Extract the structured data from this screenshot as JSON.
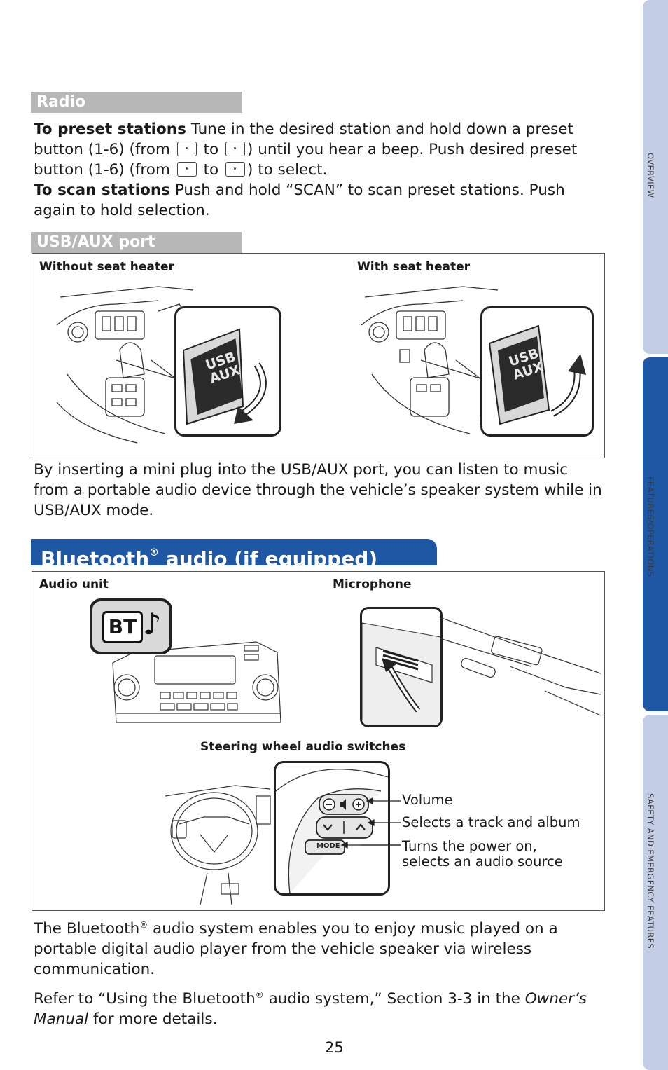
{
  "side_tabs": {
    "overview": "OVERVIEW",
    "features": "FEATURES/OPERATIONS",
    "safety": "SAFETY AND EMERGENCY FEATURES"
  },
  "colors": {
    "tab_light": "#c4cde6",
    "tab_active": "#1e57a3",
    "header_gray": "#b7b7b7",
    "header_blue": "#1e57a3"
  },
  "radio": {
    "header": "Radio",
    "preset_label": "To preset stations",
    "preset_text_1": " Tune in the desired station and hold down a preset button (1-6) (from ",
    "to_1": " to ",
    "preset_text_2": ") until you hear a beep. Push desired preset button (1-6) (from ",
    "to_2": " to ",
    "preset_text_3": ") to select.",
    "scan_label": "To scan stations",
    "scan_text": " Push and hold “SCAN” to scan preset stations. Push again to hold selection."
  },
  "usb": {
    "header": "USB/AUX port",
    "caption_left": "Without seat heater",
    "caption_right": "With seat heater",
    "port_label_1": "USB",
    "port_label_2": "AUX",
    "description": "By inserting a mini plug into the USB/AUX port, you can listen to music from a portable audio device through the vehicle’s speaker system while in USB/AUX mode."
  },
  "bluetooth": {
    "header_pre": "Bluetooth",
    "header_reg": "®",
    "header_post": " audio (if equipped)",
    "caption_audio": "Audio unit",
    "caption_mic": "Microphone",
    "caption_steering": "Steering wheel audio switches",
    "bt_badge": "BT",
    "mode_label": "MODE",
    "callout_volume": "Volume",
    "callout_track": "Selects a track and album",
    "callout_power_1": "Turns the power on,",
    "callout_power_2": "selects an audio source",
    "para1_pre": "The Bluetooth",
    "para1_reg": "®",
    "para1_post": " audio system enables you to enjoy music played on a portable digital audio player from the vehicle speaker via wireless communication.",
    "para2_pre": "Refer to “Using the Bluetooth",
    "para2_reg": "®",
    "para2_mid": " audio system,” Section 3-3 in the ",
    "para2_italic": "Owner’s Manual",
    "para2_post": " for more details."
  },
  "page_number": "25"
}
